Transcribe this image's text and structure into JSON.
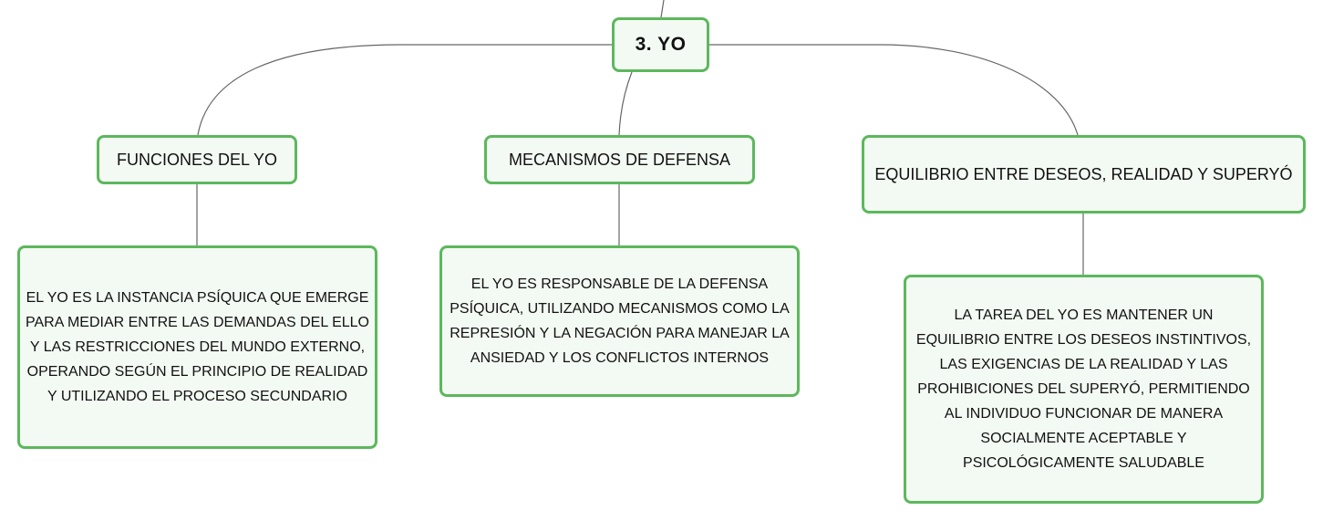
{
  "mindmap": {
    "root": {
      "label": "3. YO"
    },
    "branches": [
      {
        "label": "FUNCIONES DEL YO",
        "detail": "EL YO ES LA INSTANCIA PSÍQUICA QUE EMERGE PARA MEDIAR ENTRE LAS DEMANDAS DEL ELLO Y LAS RESTRICCIONES DEL MUNDO EXTERNO, OPERANDO SEGÚN EL PRINCIPIO DE REALIDAD Y UTILIZANDO EL PROCESO SECUNDARIO"
      },
      {
        "label": "MECANISMOS DE DEFENSA",
        "detail": "EL YO ES RESPONSABLE DE LA DEFENSA PSÍQUICA, UTILIZANDO MECANISMOS COMO LA REPRESIÓN Y LA NEGACIÓN PARA MANEJAR LA ANSIEDAD Y LOS CONFLICTOS INTERNOS"
      },
      {
        "label": "EQUILIBRIO ENTRE DESEOS, REALIDAD Y SUPERYÓ",
        "detail": "LA TAREA DEL YO ES MANTENER UN EQUILIBRIO ENTRE LOS DESEOS INSTINTIVOS, LAS EXIGENCIAS DE LA REALIDAD Y LAS PROHIBICIONES DEL SUPERYÓ, PERMITIENDO AL INDIVIDUO FUNCIONAR DE MANERA SOCIALMENTE ACEPTABLE Y PSICOLÓGICAMENTE SALUDABLE"
      }
    ],
    "colors": {
      "node_border": "#5cb85c",
      "node_fill": "#f3faf3",
      "connector": "#666666",
      "text": "#111111"
    }
  }
}
